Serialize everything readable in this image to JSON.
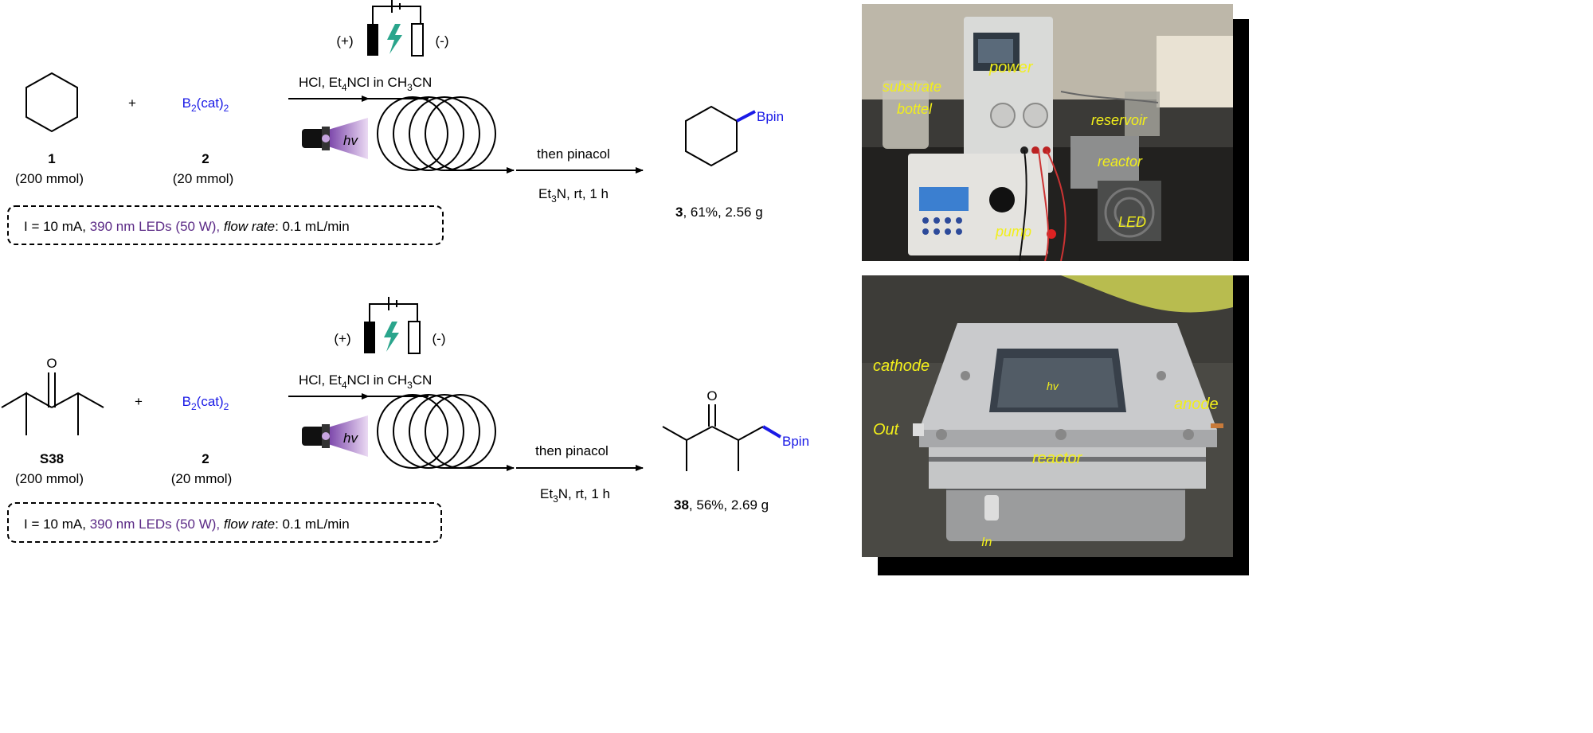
{
  "top": {
    "reactant1_id": "1",
    "reactant1_amount": "(200 mmol)",
    "plus": "+",
    "reagent2": "B2(cat)2",
    "reagent2_id": "2",
    "reagent2_amount": "(20 mmol)",
    "power_plus": "(+)",
    "power_minus": "(-)",
    "conditions_main": "HCl, Et4NCl in CH3CN",
    "light_label": "hv",
    "then": "then pinacol",
    "then_conditions": "Et3N, rt, 1 h",
    "product_group": "Bpin",
    "product_id": "3",
    "product_result": ", 61%, 2.56 g",
    "box_i": "I = 10 mA, ",
    "box_led": "390 nm LEDs (50 W), ",
    "box_flow_label": "flow rate",
    "box_flow_value": ": 0.1 mL/min"
  },
  "bottom": {
    "carbonyl_o": "O",
    "reactant1_id": "S38",
    "reactant1_amount": "(200 mmol)",
    "plus": "+",
    "reagent2": "B2(cat)2",
    "reagent2_id": "2",
    "reagent2_amount": "(20 mmol)",
    "power_plus": "(+)",
    "power_minus": "(-)",
    "conditions_main": "HCl, Et4NCl in CH3CN",
    "light_label": "hv",
    "then": "then pinacol",
    "then_conditions": "Et3N, rt, 1 h",
    "product_o": "O",
    "product_group": "Bpin",
    "product_id": "38",
    "product_result": ", 56%, 2.69 g",
    "box_i": "I = 10 mA, ",
    "box_led": "390 nm LEDs (50 W), ",
    "box_flow_label": "flow rate",
    "box_flow_value": ": 0.1 mL/min"
  },
  "photo_setup": {
    "labels": [
      "power",
      "substrate",
      "bottel",
      "reservoir",
      "reactor",
      "LED",
      "pump"
    ]
  },
  "photo_reactor": {
    "labels": [
      "cathode",
      "hv",
      "anode",
      "Out",
      "reactor",
      "In"
    ]
  },
  "colors": {
    "boron_blue": "#1a1ae6",
    "led_purple": "#5b2a86",
    "bolt_green": "#2aa58c",
    "photo_label_yellow": "#f2ef1a"
  }
}
